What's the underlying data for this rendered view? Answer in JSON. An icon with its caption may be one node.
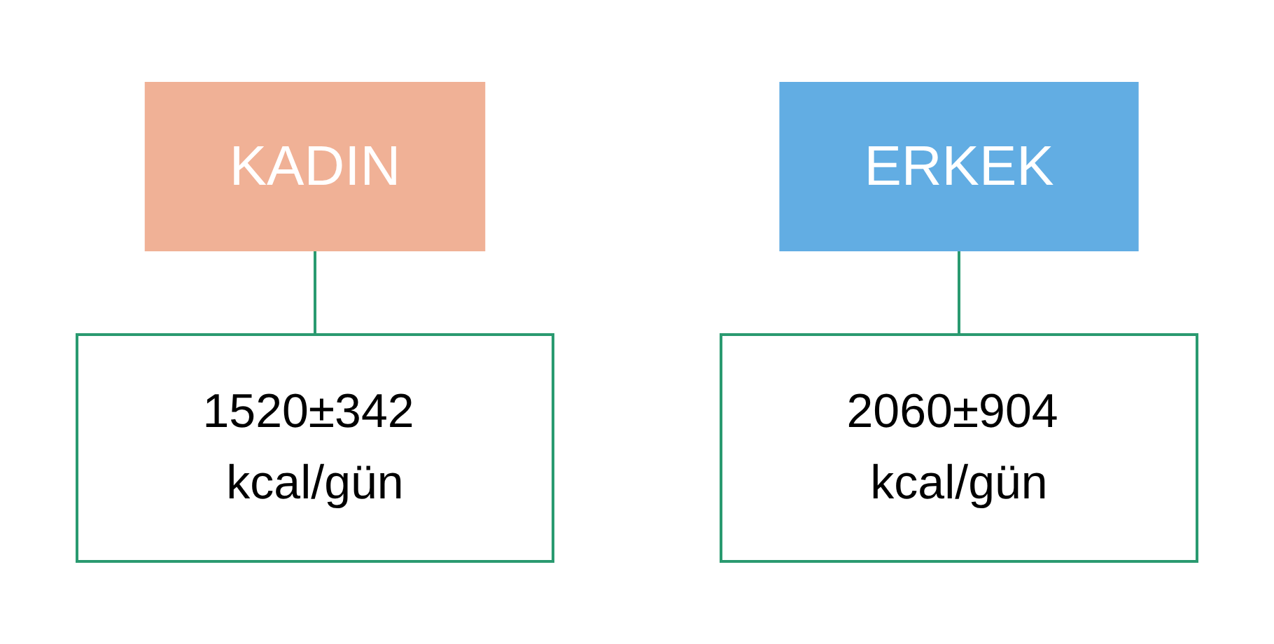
{
  "diagram": {
    "nodes": [
      {
        "text": [
          "KADIN"
        ]
      },
      {
        "text": [
          "1520±342 kcal/gün"
        ]
      },
      {
        "text": [
          "ERKEK"
        ]
      },
      {
        "text": [
          "2060±904 kcal/gün"
        ]
      }
    ],
    "edges": [
      {
        "from": 0,
        "to": 1,
        "arrow": "none"
      },
      {
        "from": 2,
        "to": 3,
        "arrow": "none"
      }
    ]
  }
}
